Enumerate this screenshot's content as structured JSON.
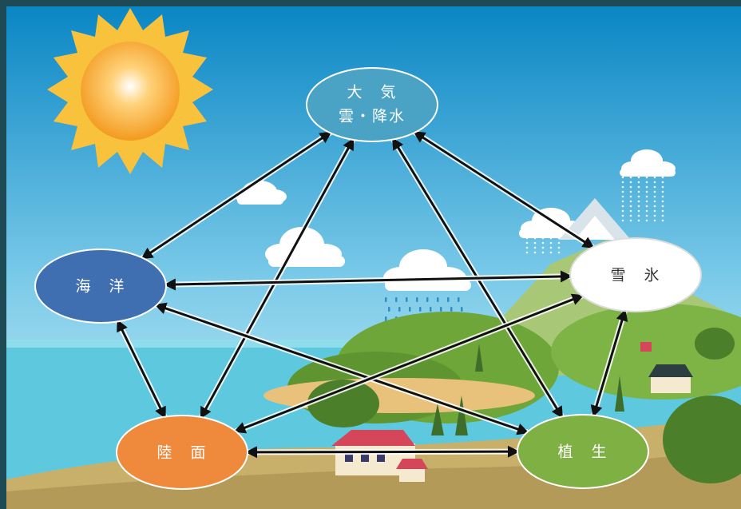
{
  "nodes": {
    "atmosphere": {
      "line1": "大　気",
      "line2": "雲・降水",
      "fill": "#4aa3c4",
      "text_color": "#ffffff"
    },
    "ocean": {
      "label": "海　洋",
      "fill": "#3f6fb0",
      "text_color": "#ffffff"
    },
    "snow_ice": {
      "label": "雪　氷",
      "fill": "#ffffff",
      "text_color": "#333333"
    },
    "land": {
      "label": "陸　面",
      "fill": "#ef8a3c",
      "text_color": "#ffffff"
    },
    "vegetation": {
      "label": "植　生",
      "fill": "#7eb043",
      "text_color": "#ffffff"
    }
  },
  "edges": [
    {
      "from": "atmosphere",
      "to": "ocean",
      "direction": "both"
    },
    {
      "from": "atmosphere",
      "to": "snow_ice",
      "direction": "both"
    },
    {
      "from": "atmosphere",
      "to": "land",
      "direction": "both"
    },
    {
      "from": "atmosphere",
      "to": "vegetation",
      "direction": "both"
    },
    {
      "from": "ocean",
      "to": "snow_ice",
      "direction": "both"
    },
    {
      "from": "ocean",
      "to": "land",
      "direction": "both"
    },
    {
      "from": "ocean",
      "to": "vegetation",
      "direction": "both"
    },
    {
      "from": "land",
      "to": "snow_ice",
      "direction": "both"
    },
    {
      "from": "land",
      "to": "vegetation",
      "direction": "both"
    },
    {
      "from": "snow_ice",
      "to": "vegetation",
      "direction": "both"
    }
  ],
  "colors": {
    "sky_top": "#0a86c4",
    "sky_bottom": "#bfe6f3",
    "sea": "#5ec8df",
    "sun": "#f6a623",
    "hill_green": "#6fa63a",
    "ground": "#c9b06a",
    "arrow": "#111111",
    "arrow_glow": "#ffffff"
  }
}
